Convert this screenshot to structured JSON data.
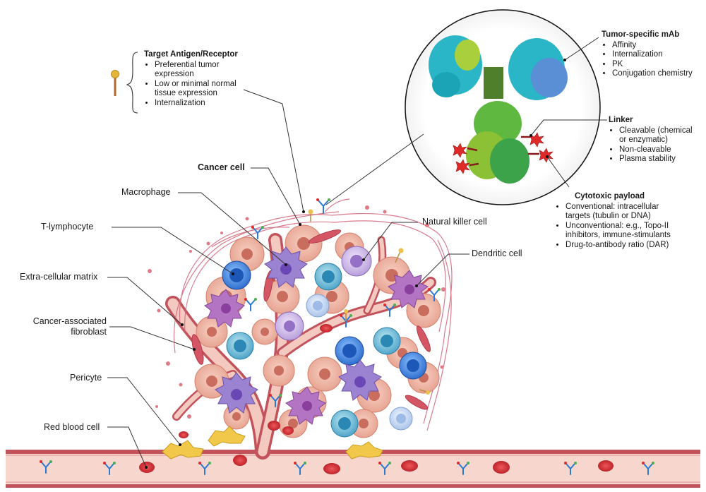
{
  "labels": {
    "macrophage": "Macrophage",
    "t_lymphocyte": "T-lymphocyte",
    "ecm": "Extra-cellular matrix",
    "caf_line1": "Cancer-associated",
    "caf_line2": "fibroblast",
    "pericyte": "Pericyte",
    "rbc": "Red blood cell",
    "cancer_cell": "Cancer cell",
    "nk_cell": "Natural killer cell",
    "dendritic_cell": "Dendritic cell"
  },
  "target_antigen": {
    "title": "Target Antigen/Receptor",
    "items": [
      "Preferential tumor expression",
      "Low or minimal normal tissue expression",
      "Internalization"
    ]
  },
  "mab": {
    "title": "Tumor-specific mAb",
    "items": [
      "Affinity",
      "Internalization",
      "PK",
      "Conjugation chemistry"
    ]
  },
  "linker": {
    "title": "Linker",
    "items": [
      "Cleavable (chemical or enzymatic)",
      "Non-cleavable",
      "Plasma stability"
    ]
  },
  "payload": {
    "title": "Cytotoxic payload",
    "items": [
      "Conventional: intracellular targets (tubulin or DNA)",
      "Unconventional: e.g., Topo-II inhibitors, immune-stimulants",
      "Drug-to-antibody ratio (DAR)"
    ]
  },
  "colors": {
    "vessel": "#f3c9c0",
    "vessel_wall": "#b4434e",
    "red_blood_cell": "#d62d34",
    "cancer_cell": "#f0b8a6",
    "t_cell": "#4a8fe0",
    "macrophage": "#8d6fc4",
    "dendritic": "#b163b8",
    "pericyte": "#f2c84a",
    "mab_cyan": "#37c0d0",
    "mab_green": "#6cb23a",
    "payload": "#e02a2a"
  }
}
